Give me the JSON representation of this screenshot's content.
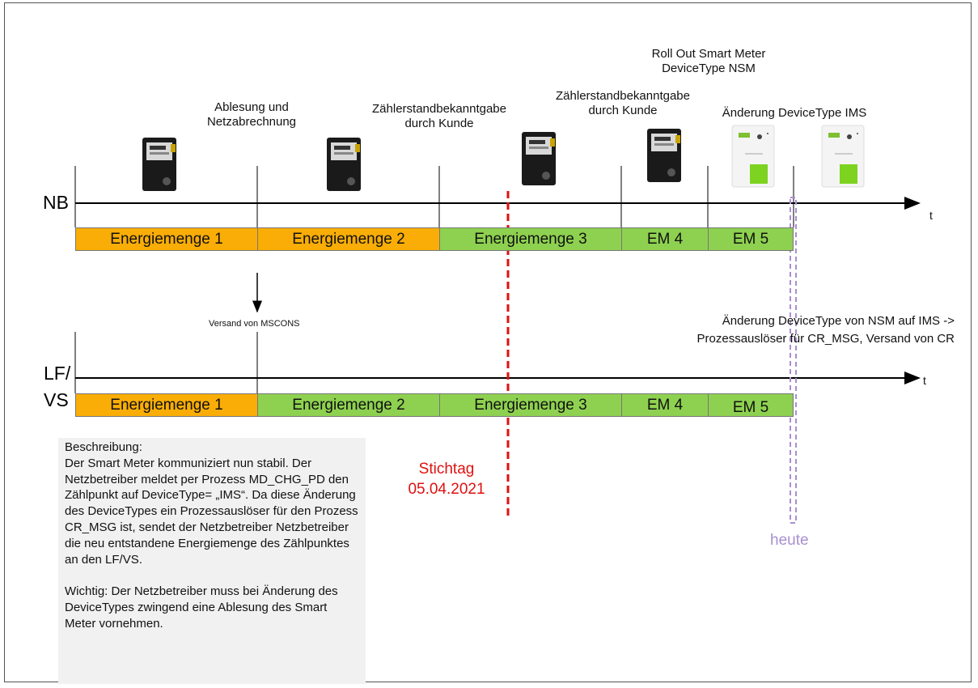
{
  "axes": {
    "nb_label": "NB",
    "lfvs_label_line1": "LF/",
    "lfvs_label_line2": "VS",
    "time_label": "t"
  },
  "top_annotations": {
    "ablesung": "Ablesung und\nNetzabrechnung",
    "zaehler1": "Zählerstandbekanntgabe\ndurch Kunde",
    "zaehler2": "Zählerstandbekanntgabe\ndurch Kunde",
    "rollout": "Roll Out Smart Meter\nDeviceType NSM",
    "aenderung": "Änderung DeviceType IMS"
  },
  "nb_row": [
    "Energiemenge 1",
    "Energiemenge 2",
    "Energiemenge 3",
    "EM 4",
    "EM 5"
  ],
  "lfvs_row": [
    "Energiemenge 1",
    "Energiemenge 2",
    "Energiemenge 3",
    "EM 4",
    "EM 5"
  ],
  "versand_label": "Versand von MSCONS",
  "change_note": "Änderung DeviceType von NSM auf IMS ->\nProzessauslöser für CR_MSG, Versand von CR",
  "stichtag": "Stichtag\n05.04.2021",
  "heute": "heute",
  "description": {
    "para1": "Beschreibung:\nDer Smart Meter kommuniziert nun stabil. Der Netzbetreiber meldet per Prozess MD_CHG_PD den Zählpunkt auf DeviceType= „IMS“. Da diese Änderung des DeviceTypes ein Prozessauslöser für den Prozess CR_MSG ist, sendet der Netzbetreiber Netzbetreiber die neu entstandene Energiemenge des Zählpunktes an den LF/VS.",
    "para2": "Wichtig: Der Netzbetreiber muss bei Änderung des DeviceTypes zwingend eine Ablesung des Smart Meter vornehmen."
  },
  "colors": {
    "orange": "#f9ad06",
    "green": "#8ed150",
    "stichtag_line": "#e01010",
    "heute_line": "#a98fd0"
  },
  "icons": [
    "electric-meter-icon",
    "electric-meter-icon",
    "electric-meter-icon",
    "electric-meter-icon",
    "smart-meter-icon",
    "smart-meter-icon"
  ]
}
